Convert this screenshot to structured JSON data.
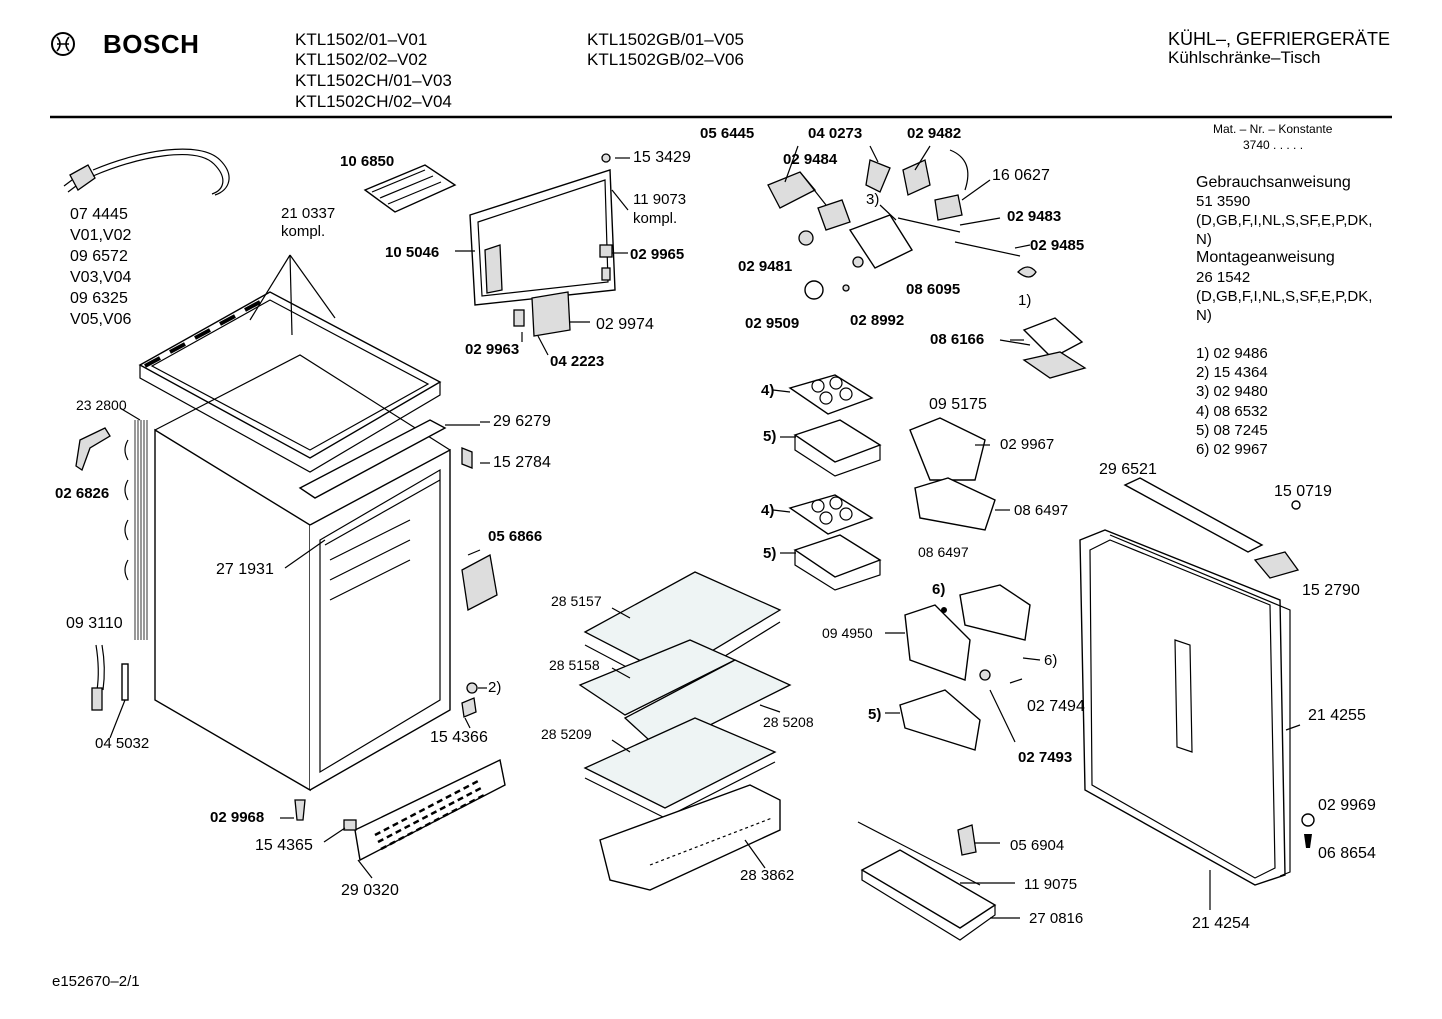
{
  "header": {
    "brand": "BOSCH",
    "models_col1": [
      "KTL1502/01–V01",
      "KTL1502/02–V02",
      "KTL1502CH/01–V03",
      "KTL1502CH/02–V04"
    ],
    "models_col2": [
      "KTL1502GB/01–V05",
      "KTL1502GB/02–V06"
    ],
    "category": "KÜHL–, GEFRIERGERÄTE",
    "subcategory": "Kühlschränke–Tisch"
  },
  "sidebar": {
    "mat_title": "Mat. – Nr. – Konstante",
    "mat_value": "3740  .  .  .  .  .",
    "manual_label": "Gebrauchsanweisung",
    "manual_number": "51 3590",
    "manual_langs": "(D,GB,F,I,NL,S,SF,E,P,DK,",
    "manual_langs_end": "N)",
    "assembly_label": "Montageanweisung",
    "assembly_number": "26 1542",
    "assembly_langs": "(D,GB,F,I,NL,S,SF,E,P,DK,",
    "assembly_langs_end": "N)",
    "footnotes": [
      "1)  02 9486",
      "2)  15 4364",
      "3)  02 9480",
      "4)  08 6532",
      "5)  08 7245",
      "6)  02 9967"
    ]
  },
  "labels": {
    "cord_part": "07 4445",
    "cord_v1": "V01,V02",
    "cord_part2": "09 6572",
    "cord_v2": "V03,V04",
    "cord_part3": "09 6325",
    "cord_v3": "V05,V06",
    "top_part": "21 0337",
    "top_kompl": "kompl.",
    "ice_tray": "10 6850",
    "p153429": "15 3429",
    "p119073": "11 9073",
    "p119073_kompl": "kompl.",
    "p105046": "10 5046",
    "p029965": "02 9965",
    "p029974": "02 9974",
    "p029963": "02 9963",
    "p042223": "04 2223",
    "p056445": "05 6445",
    "p040273": "04 0273",
    "p029482": "02 9482",
    "p029484": "02 9484",
    "p160627": "16 0627",
    "p029483": "02 9483",
    "p029485": "02 9485",
    "p029481": "02 9481",
    "p086095": "08 6095",
    "p029509": "02 9509",
    "p028992": "02 8992",
    "p086166": "08 6166",
    "fn3": "3)",
    "fn1": "1)",
    "p232800": "23 2800",
    "p296279": "29 6279",
    "p152784": "15 2784",
    "p026826": "02 6826",
    "p271931": "27 1931",
    "p056866": "05 6866",
    "p093110": "09 3110",
    "p045032": "04 5032",
    "fn2": "2)",
    "p154366": "15 4366",
    "p029968": "02 9968",
    "p154365": "15 4365",
    "p290320": "29 0320",
    "fn4a": "4)",
    "fn5a": "5)",
    "p095175": "09 5175",
    "p029967": "02 9967",
    "p086497a": "08 6497",
    "fn4b": "4)",
    "fn5b": "5)",
    "p285157": "28 5157",
    "p285158": "28 5158",
    "p285208": "28 5208",
    "p285209": "28 5209",
    "p283862": "28 3862",
    "p086497b": "08 6497",
    "fn6a": "6)",
    "p094950": "09 4950",
    "fn6b": "6)",
    "p027494": "02 7494",
    "fn5c": "5)",
    "p027493": "02 7493",
    "p056904": "05 6904",
    "p119075": "11 9075",
    "p270816": "27 0816",
    "p296521": "29 6521",
    "p150719": "15 0719",
    "p152790": "15 2790",
    "p214255": "21 4255",
    "p029969": "02 9969",
    "p068654": "06 8654",
    "p214254": "21 4254"
  },
  "footer": {
    "doc_id": "e152670–2/1"
  }
}
